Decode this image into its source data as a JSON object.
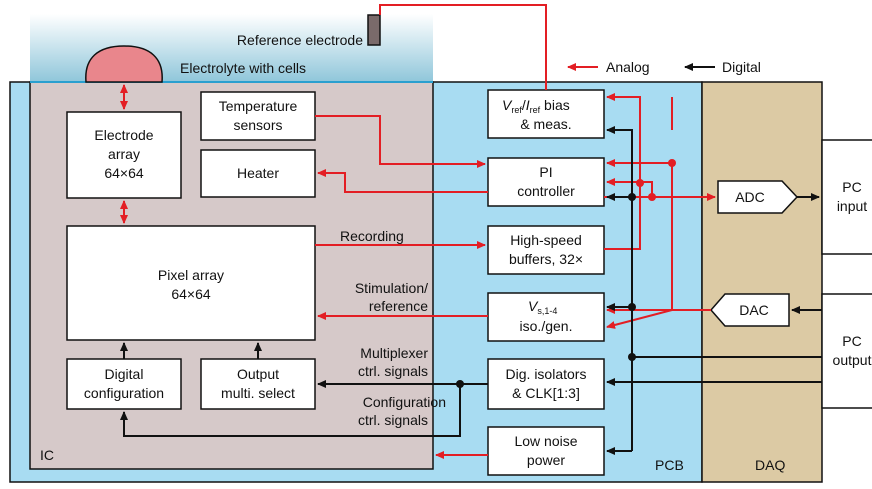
{
  "colors": {
    "pcb": "#a8dcf2",
    "ic": "#d6c9c9",
    "daq": "#dccaa4",
    "electrolyte": "#8fc6da",
    "cell": "#e9868c",
    "analog": "#e31e24",
    "digital": "#111111",
    "electrode_post": "#7a6a6a"
  },
  "legend": {
    "analog": "Analog",
    "digital": "Digital"
  },
  "top": {
    "reference_electrode": "Reference electrode",
    "electrolyte": "Electrolyte with cells"
  },
  "regions": {
    "ic": "IC",
    "pcb": "PCB",
    "daq": "DAQ"
  },
  "ic_blocks": {
    "electrode_array": [
      "Electrode",
      "array",
      "64×64"
    ],
    "temperature_sensors": [
      "Temperature",
      "sensors"
    ],
    "heater": "Heater",
    "pixel_array": [
      "Pixel array",
      "64×64"
    ],
    "digital_configuration": [
      "Digital",
      "configuration"
    ],
    "output_select": [
      "Output",
      "multi. select"
    ]
  },
  "pcb_blocks": {
    "vref_bias": {
      "v": "V",
      "v_sub": "ref",
      "sep": "/",
      "i": "I",
      "i_sub": "ref",
      "rest": " bias",
      "line2": "& meas."
    },
    "pi_controller": [
      "PI",
      "controller"
    ],
    "hs_buffers": [
      "High-speed",
      "buffers, 32×"
    ],
    "vs_gen": {
      "v": "V",
      "v_sub": "s,1-4",
      "line2": "iso./gen."
    },
    "dig_isolators": [
      "Dig. isolators",
      "& CLK[1:3]"
    ],
    "low_noise_power": [
      "Low noise",
      "power"
    ]
  },
  "daq_blocks": {
    "adc": "ADC",
    "dac": "DAC"
  },
  "pc_blocks": {
    "pc_input": [
      "PC",
      "input"
    ],
    "pc_output": [
      "PC",
      "output"
    ]
  },
  "signal_labels": {
    "recording": "Recording",
    "stimulation": [
      "Stimulation/",
      "reference"
    ],
    "multiplexer": [
      "Multiplexer",
      "ctrl. signals"
    ],
    "configuration": [
      "Configuration",
      "ctrl. signals"
    ]
  }
}
